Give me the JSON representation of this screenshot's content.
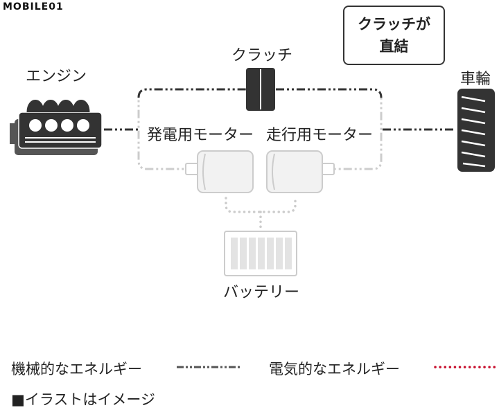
{
  "logo": {
    "text": "MOBILE01"
  },
  "mode_box": {
    "line1": "クラッチが",
    "line2": "直結"
  },
  "labels": {
    "engine": "エンジン",
    "clutch": "クラッチ",
    "wheel": "車輪",
    "generator_motor": "発電用モーター",
    "drive_motor": "走行用モーター",
    "battery": "バッテリー"
  },
  "legend": {
    "mechanical": "機械的なエネルギー",
    "electrical": "電気的なエネルギー",
    "note": "■イラストはイメージ"
  },
  "colors": {
    "active": "#333333",
    "inactive": "#cccccc",
    "electrical": "#c8102e"
  }
}
